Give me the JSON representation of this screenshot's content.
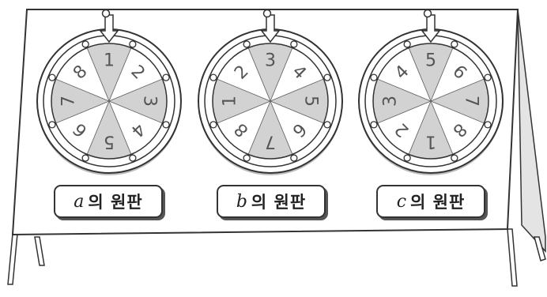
{
  "wheels": [
    {
      "id": "a",
      "label_var": "a",
      "label_text": "의 원판",
      "sectors": [
        "1",
        "2",
        "3",
        "4",
        "5",
        "6",
        "7",
        "8"
      ],
      "shaded": [
        "1",
        "3",
        "5",
        "7"
      ]
    },
    {
      "id": "b",
      "label_var": "b",
      "label_text": "의 원판",
      "sectors": [
        "3",
        "4",
        "5",
        "6",
        "7",
        "8",
        "1",
        "2"
      ],
      "shaded": [
        "3",
        "5",
        "7",
        "1"
      ]
    },
    {
      "id": "c",
      "label_var": "c",
      "label_text": "의 원판",
      "sectors": [
        "5",
        "6",
        "7",
        "8",
        "1",
        "2",
        "3",
        "4"
      ],
      "shaded": [
        "5",
        "7",
        "1",
        "3"
      ]
    }
  ],
  "colors": {
    "shaded": "#d2d2d2",
    "unshaded": "#ffffff",
    "number": "#555555",
    "outline": "#333333",
    "stand_side": "#e4e4e4"
  }
}
